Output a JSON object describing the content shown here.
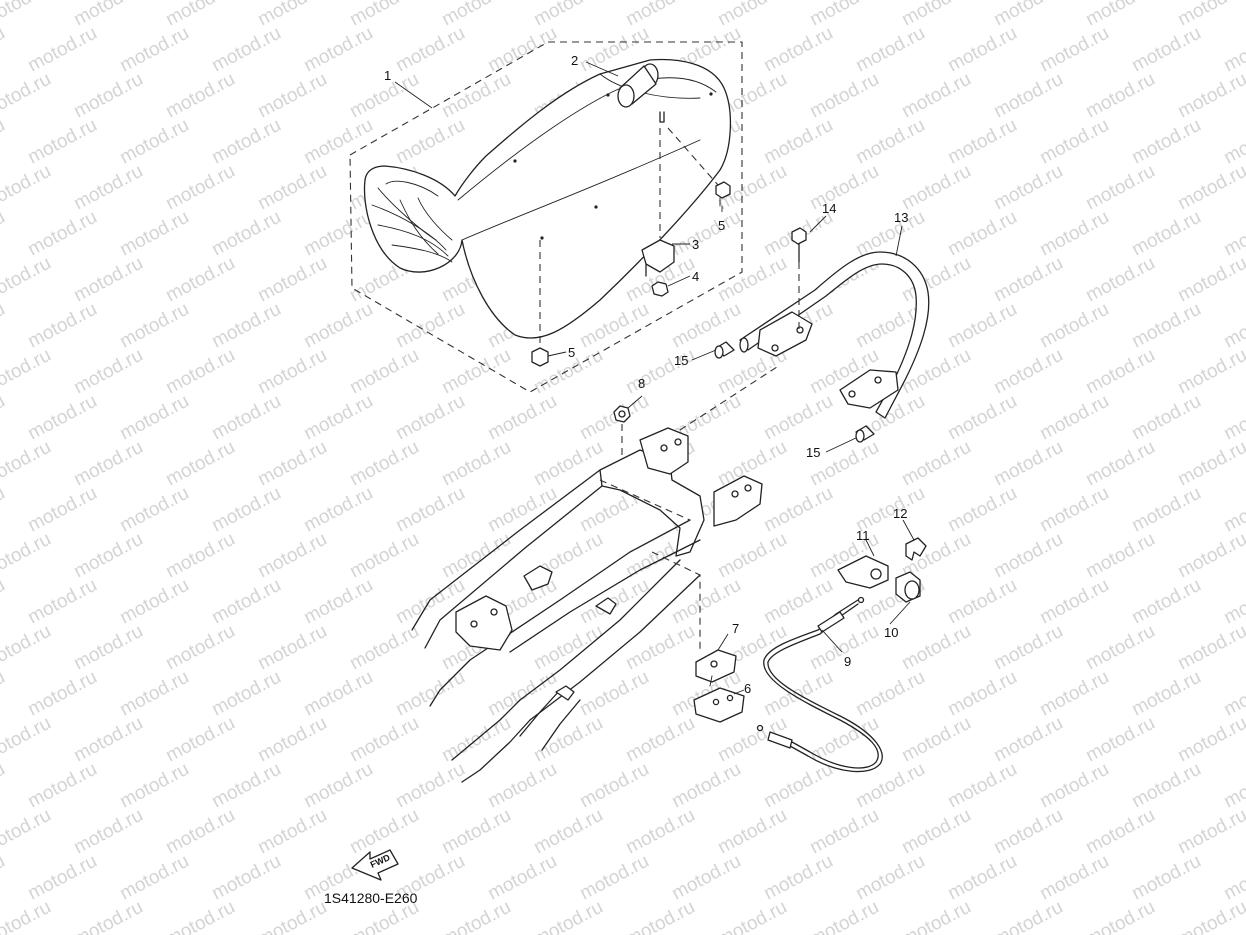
{
  "diagram": {
    "drawing_code": "1S41280-E260",
    "watermark": "motod.ru",
    "direction_label": "FWD",
    "callouts": [
      {
        "id": "c1",
        "label": "1"
      },
      {
        "id": "c2",
        "label": "2"
      },
      {
        "id": "c3",
        "label": "3"
      },
      {
        "id": "c4",
        "label": "4"
      },
      {
        "id": "c5a",
        "label": "5"
      },
      {
        "id": "c5b",
        "label": "5"
      },
      {
        "id": "c6",
        "label": "6"
      },
      {
        "id": "c7",
        "label": "7"
      },
      {
        "id": "c8",
        "label": "8"
      },
      {
        "id": "c9",
        "label": "9"
      },
      {
        "id": "c10",
        "label": "10"
      },
      {
        "id": "c11",
        "label": "11"
      },
      {
        "id": "c12",
        "label": "12"
      },
      {
        "id": "c13",
        "label": "13"
      },
      {
        "id": "c14",
        "label": "14"
      },
      {
        "id": "c15a",
        "label": "15"
      },
      {
        "id": "c15b",
        "label": "15"
      }
    ]
  }
}
